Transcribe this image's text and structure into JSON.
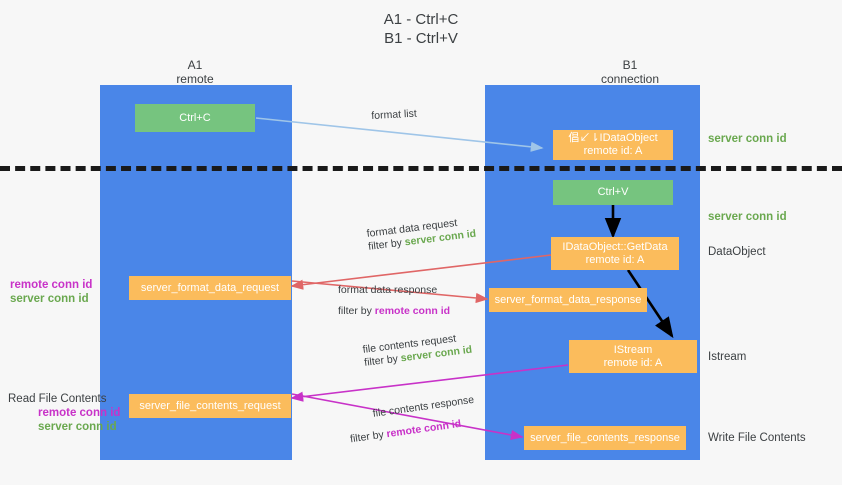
{
  "title": {
    "line1": "A1 - Ctrl+C",
    "line2": "B1 - Ctrl+V"
  },
  "colors": {
    "lane": "#4a86e8",
    "green_box": "#76c47f",
    "orange_box": "#fbbc5c",
    "server_conn": "#6aa84f",
    "remote_conn": "#c832c8",
    "arrow_blue": "#9fc5e8",
    "arrow_red": "#e06666",
    "arrow_magenta": "#c832c8",
    "arrow_black": "#000000",
    "divider": "#1a1a1a",
    "background": "#f7f7f7"
  },
  "lanes": [
    {
      "id": "a1",
      "title": "A1",
      "subtitle": "remote"
    },
    {
      "id": "b1",
      "title": "B1",
      "subtitle": "connection"
    }
  ],
  "boxes": [
    {
      "id": "ctrl-c",
      "kind": "green",
      "line1": "Ctrl+C",
      "line2": ""
    },
    {
      "id": "ctrl-v",
      "kind": "green",
      "line1": "Ctrl+V",
      "line2": ""
    },
    {
      "id": "idataobject",
      "kind": "orange",
      "line1": "倡↙⇂IDataObject",
      "line2": "remote id: A"
    },
    {
      "id": "getdata",
      "kind": "orange",
      "line1": "IDataObject::GetData",
      "line2": "remote id: A"
    },
    {
      "id": "istream",
      "kind": "orange",
      "line1": "IStream",
      "line2": "remote id: A"
    },
    {
      "id": "fmt-data-request",
      "kind": "orange",
      "line1": "server_format_data_request",
      "line2": ""
    },
    {
      "id": "fmt-data-response",
      "kind": "orange",
      "line1": "server_format_data_response",
      "line2": ""
    },
    {
      "id": "file-request",
      "kind": "orange",
      "line1": "server_file_contents_request",
      "line2": ""
    },
    {
      "id": "file-response",
      "kind": "orange",
      "line1": "server_file_contents_response",
      "line2": ""
    }
  ],
  "right_labels": [
    {
      "id": "r1",
      "text": "server conn id",
      "style": "green"
    },
    {
      "id": "r2",
      "text": "server conn id",
      "style": "green"
    },
    {
      "id": "r3",
      "text": "DataObject",
      "style": "plain"
    },
    {
      "id": "r4",
      "text": "Istream",
      "style": "plain"
    },
    {
      "id": "r5",
      "text": "Write File Contents",
      "style": "plain"
    }
  ],
  "left_labels": [
    {
      "id": "l1",
      "remote": "remote conn id",
      "server": "server conn id"
    },
    {
      "id": "l2",
      "heading": "Read File Contents",
      "remote": "remote conn id",
      "server": "server conn id"
    }
  ],
  "edges": [
    {
      "id": "format-list",
      "label": "format list",
      "filter_prefix": "",
      "filter_value": "",
      "filter_style": ""
    },
    {
      "id": "fmt-data-req",
      "label": "format data request",
      "filter_prefix": "filter by ",
      "filter_value": "server conn id",
      "filter_style": "green"
    },
    {
      "id": "fmt-data-resp",
      "label": "format data response",
      "filter_prefix": "filter by ",
      "filter_value": "remote conn id",
      "filter_style": "magenta"
    },
    {
      "id": "file-req",
      "label": "file contents request",
      "filter_prefix": "filter by ",
      "filter_value": "server conn id",
      "filter_style": "green"
    },
    {
      "id": "file-resp",
      "label": "file contents response",
      "filter_prefix": "filter by ",
      "filter_value": "remote conn id",
      "filter_style": "magenta"
    }
  ]
}
